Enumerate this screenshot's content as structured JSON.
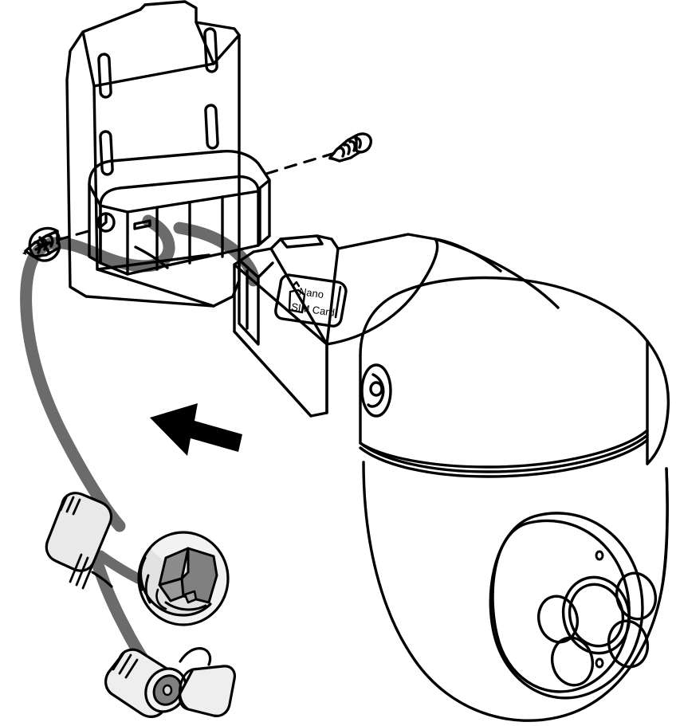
{
  "figure": {
    "title": "Wall-mount bracket installation for pan-tilt security camera",
    "type": "exploded assembly line drawing",
    "background_color": "#ffffff",
    "line_color": "#000000",
    "cable_color": "#6b6b6b",
    "connector_body_color": "#e9e9e9",
    "connector_shade_color": "#808080",
    "arrow_color": "#000000"
  },
  "labels": {
    "sim_slot": {
      "line1": "Nano",
      "line2": "SIM Card",
      "icon": "sim-card-icon",
      "icon_marker": "△"
    }
  },
  "parts": [
    {
      "id": "wall-plate",
      "name": "Wall mounting plate",
      "detail": "flat back plate with four oblong screw slots"
    },
    {
      "id": "bracket-saddle",
      "name": "Bracket saddle channel",
      "detail": "U-shaped cradle that receives the camera arm"
    },
    {
      "id": "mount-slot-1",
      "name": "Mounting slot (upper left)",
      "detail": "oblong slot"
    },
    {
      "id": "mount-slot-2",
      "name": "Mounting slot (upper right)",
      "detail": "oblong slot"
    },
    {
      "id": "mount-slot-3",
      "name": "Mounting slot (lower left)",
      "detail": "oblong slot"
    },
    {
      "id": "mount-slot-4",
      "name": "Mounting slot (lower right)",
      "detail": "oblong slot"
    },
    {
      "id": "side-screw-hole",
      "name": "Saddle side screw hole",
      "detail": "round hole on the saddle wall"
    },
    {
      "id": "screw-right",
      "name": "Self-tapping screw (right)",
      "detail": "pan head, threaded shank"
    },
    {
      "id": "screw-left",
      "name": "Self-tapping screw (left)",
      "detail": "Phillips cross head, threaded shank"
    },
    {
      "id": "camera-arm",
      "name": "Camera arm housing",
      "detail": "rectangular body carrying the SIM slot label"
    },
    {
      "id": "ptz-head",
      "name": "Pan-tilt head",
      "detail": "rounded upper housing with rotation collar"
    },
    {
      "id": "dome",
      "name": "Camera dome",
      "detail": "spherical lower dome"
    },
    {
      "id": "lens",
      "name": "Camera lens",
      "detail": "central lens ring"
    },
    {
      "id": "ir-leds",
      "name": "Infrared LEDs",
      "detail": "four illuminator lenses around the lens"
    },
    {
      "id": "sensor-dots",
      "name": "Sensor pinholes",
      "detail": "two small pinholes above and below the lens"
    },
    {
      "id": "cable",
      "name": "Camera tail cable",
      "detail": "grey cable routed through the bracket saddle"
    },
    {
      "id": "rj45",
      "name": "RJ45 Ethernet connector",
      "detail": "waterproof threaded barrel with network plug"
    },
    {
      "id": "dc-jack",
      "name": "DC power connector",
      "detail": "barrel jack with tethered protective cap"
    },
    {
      "id": "cap",
      "name": "Protective cap",
      "detail": "cap tethered to the power connector"
    },
    {
      "id": "direction-arrow",
      "name": "Installation direction arrow",
      "detail": "solid arrow pointing up-left toward the bracket"
    }
  ],
  "guides": [
    {
      "id": "guide-right",
      "name": "Screw alignment guide (right)",
      "style": "dashed"
    },
    {
      "id": "guide-left",
      "name": "Screw alignment guide (left)",
      "style": "dashed"
    }
  ]
}
